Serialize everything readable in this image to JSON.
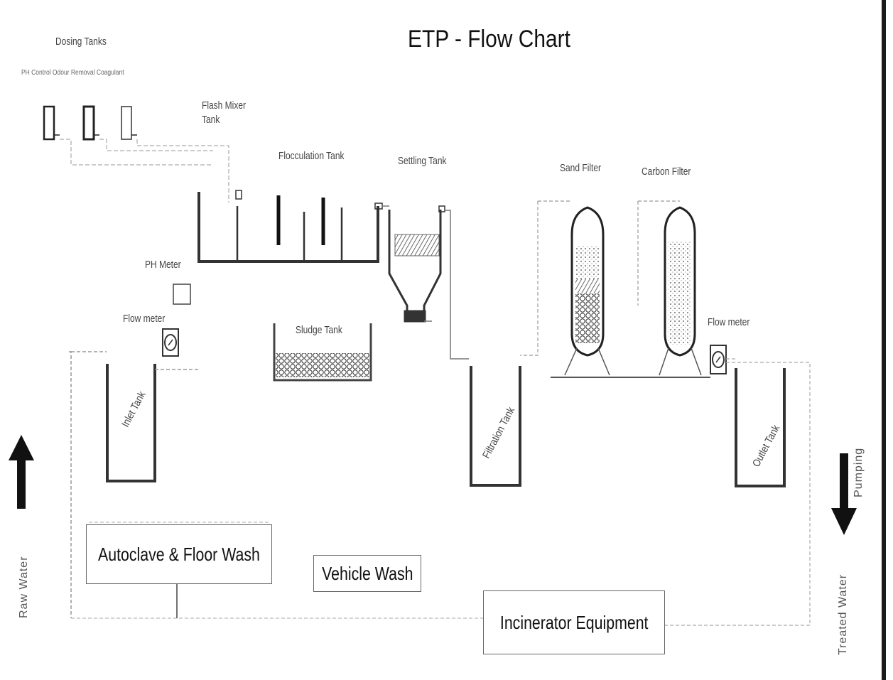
{
  "title": "ETP - Flow Chart",
  "dosing": {
    "heading": "Dosing Tanks",
    "chemicals": "PH Control Odour Removal Coagulant"
  },
  "labels": {
    "flash_mixer": "Flash Mixer",
    "flash_mixer_2": "Tank",
    "flocculation": "Flocculation Tank",
    "settling": "Settling Tank",
    "sand_filter": "Sand Filter",
    "carbon_filter": "Carbon Filter",
    "ph_meter": "PH Meter",
    "flow_meter_left": "Flow meter",
    "flow_meter_right": "Flow meter",
    "sludge": "Sludge Tank",
    "inlet": "Inlet Tank",
    "filtration": "Filtration Tank",
    "outlet": "Outlet Tank",
    "raw_water": "Raw Water",
    "treated_water": "Treated Water",
    "pumping": "Pumping"
  },
  "sources": {
    "autoclave": "Autoclave & Floor Wash",
    "vehicle": "Vehicle Wash",
    "incinerator": "Incinerator Equipment"
  }
}
